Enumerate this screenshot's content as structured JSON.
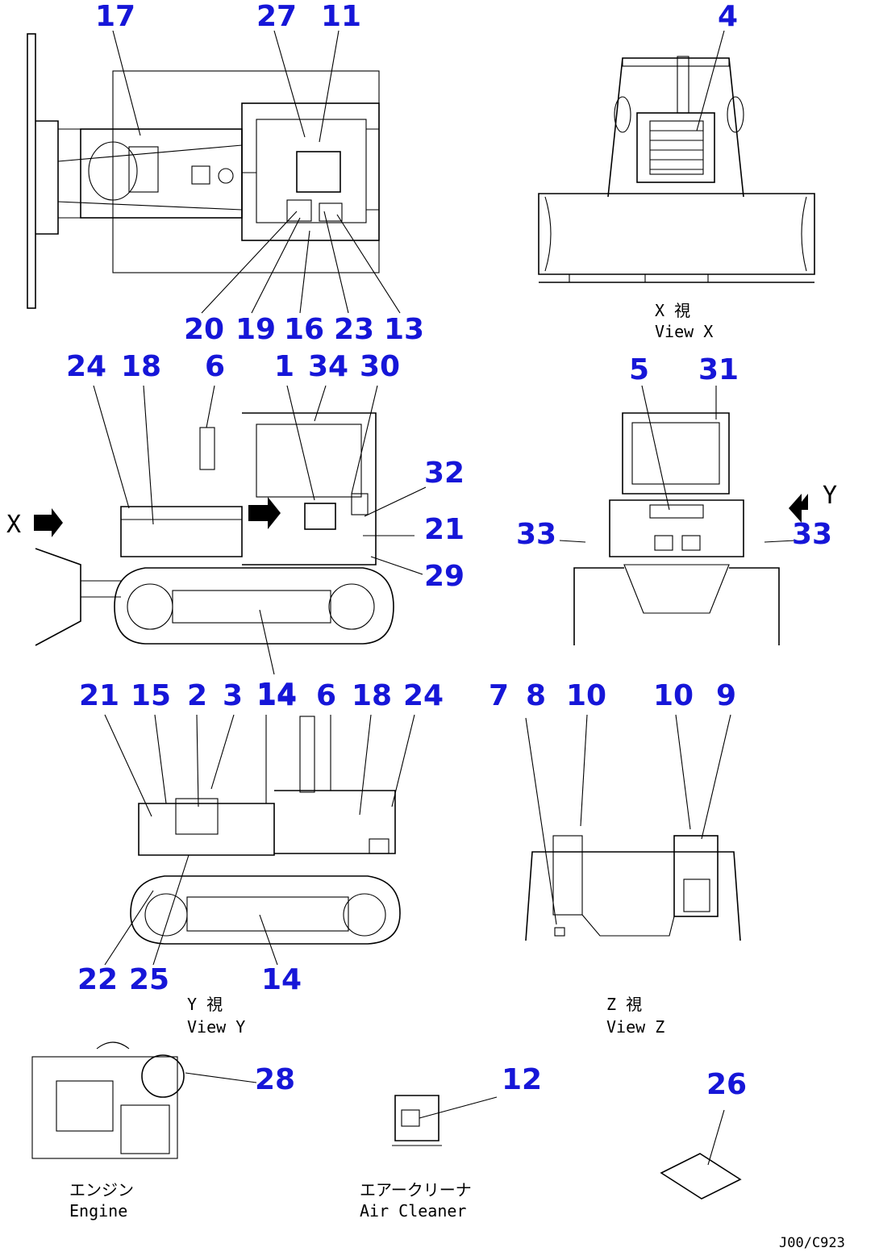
{
  "drawing_code": "J00/C923",
  "captions": {
    "view_x_jp": "X 視",
    "view_x_en": "View X",
    "view_y_jp": "Y 視",
    "view_y_en": "View Y",
    "view_z_jp": "Z 視",
    "view_z_en": "View Z",
    "engine_jp": "エンジン",
    "engine_en": "Engine",
    "aircleaner_jp": "エアークリーナ",
    "aircleaner_en": "Air Cleaner"
  },
  "markers": {
    "x": "X",
    "y": "Y"
  },
  "callouts": {
    "top_view": [
      "17",
      "27",
      "11",
      "20",
      "19",
      "16",
      "23",
      "13"
    ],
    "view_x": [
      "4"
    ],
    "side_view": [
      "24",
      "18",
      "6",
      "1",
      "34",
      "30",
      "32",
      "21",
      "29",
      "14"
    ],
    "view_y_rear": [
      "5",
      "31",
      "33",
      "33"
    ],
    "view_y_side": [
      "21",
      "15",
      "2",
      "3",
      "14",
      "6",
      "18",
      "24",
      "22",
      "25",
      "14"
    ],
    "view_z": [
      "7",
      "8",
      "10",
      "10",
      "9"
    ],
    "engine": [
      "28"
    ],
    "air_cleaner": [
      "12"
    ],
    "other": [
      "26"
    ]
  }
}
